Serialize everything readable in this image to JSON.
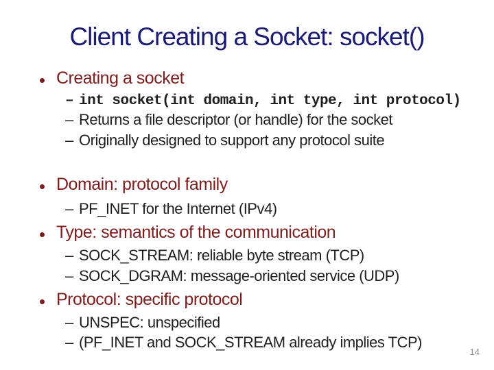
{
  "title": "Client Creating a Socket: socket()",
  "page_number": "14",
  "markers": {
    "dash": "–"
  },
  "colors": {
    "title_navy": "#1b1b73",
    "heading_maroon": "#7d1d1d",
    "body_text": "#1f1f1f",
    "page_gray": "#8f8f8f",
    "background": "#ffffff"
  },
  "sections": [
    {
      "heading": "Creating a socket",
      "items": [
        {
          "text": "int socket(int domain, int type, int protocol)",
          "style": "code"
        },
        {
          "text": "Returns a file descriptor (or handle) for the socket",
          "style": "plain"
        },
        {
          "text": "Originally designed to support any protocol suite",
          "style": "plain"
        }
      ]
    },
    {
      "heading": "Domain: protocol family",
      "items": [
        {
          "text": "PF_INET for the Internet (IPv4)",
          "style": "plain"
        }
      ]
    },
    {
      "heading": "Type: semantics of the communication",
      "items": [
        {
          "text": "SOCK_STREAM: reliable byte stream (TCP)",
          "style": "plain"
        },
        {
          "text": "SOCK_DGRAM: message-oriented service (UDP)",
          "style": "plain"
        }
      ]
    },
    {
      "heading": "Protocol: specific protocol",
      "items": [
        {
          "text": "UNSPEC: unspecified",
          "style": "plain"
        },
        {
          "text": "(PF_INET and SOCK_STREAM already implies TCP)",
          "style": "plain"
        }
      ]
    }
  ]
}
